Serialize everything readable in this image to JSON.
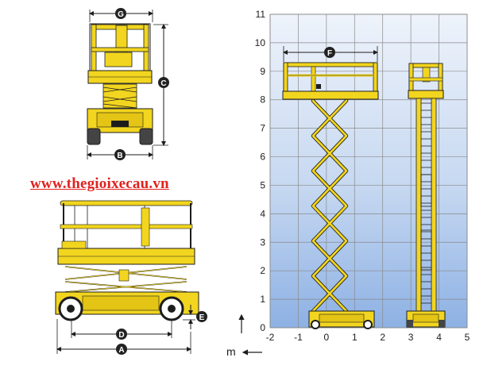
{
  "watermark": "www.thegioixecau.vn",
  "colors": {
    "machine": "#f2d51f",
    "machine_dark": "#b8a100",
    "outline": "#1d1d1d",
    "chart_bg_top": "#e9f0fb",
    "chart_bg_bottom": "#90b4e6",
    "grid": "#7f7f7f",
    "badge": "#222222",
    "watermark": "#e0221f"
  },
  "dimension_labels": {
    "g": "G",
    "c": "C",
    "b": "B",
    "f": "F",
    "e": "E",
    "d": "D",
    "a": "A"
  },
  "axis_unit": "m",
  "chart_data": {
    "type": "diagram",
    "x_ticks": [
      "-2",
      "-1",
      "0",
      "1",
      "2",
      "3",
      "4",
      "5"
    ],
    "y_ticks": [
      "0",
      "1",
      "2",
      "3",
      "4",
      "5",
      "6",
      "7",
      "8",
      "9",
      "10",
      "11"
    ],
    "xlim": [
      -2,
      5
    ],
    "ylim": [
      0,
      11
    ],
    "grid": true,
    "unit": "m"
  },
  "icons": {
    "y_axis_arrow": "arrow-up-icon",
    "x_axis_arrow": "arrow-left-icon"
  }
}
